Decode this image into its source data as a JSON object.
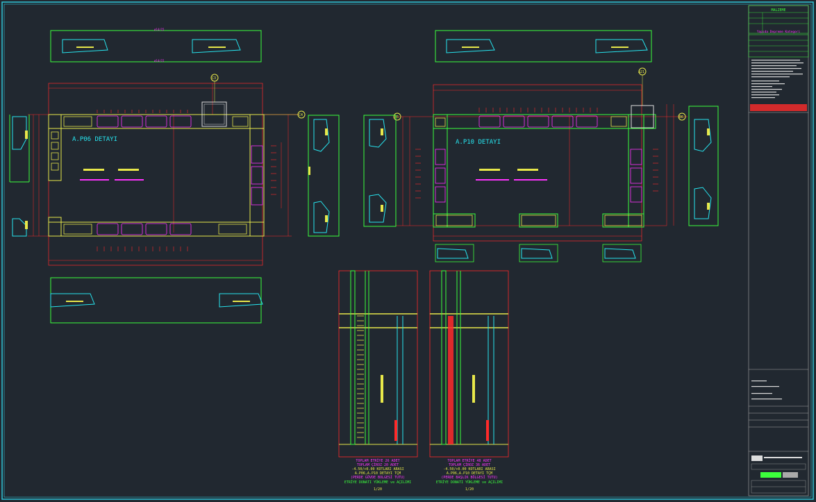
{
  "colors": {
    "background": "#212830",
    "border": "#2fc4d8",
    "rebar": "#e8e84a",
    "dimension": "#ff2a2a",
    "text_magenta": "#ff33ff",
    "text_green": "#3cff3c",
    "outline_green": "#3cff3c",
    "cyan": "#27e6f0"
  },
  "details": {
    "left_title": "A.P06 DETAYI",
    "right_title": "A.P10 DETAYI",
    "bubble_c3": "C3",
    "bubble_c4": "C4",
    "bubble_a21": "A21",
    "bubble_b5": "B5",
    "bubble_b6": "B6"
  },
  "elevation_left": {
    "line1": "TOPLAM ETRİYE 26 ADET",
    "line2": "TOPLAM ÇİROZ 20 ADET",
    "line3": "-4.50/+0.00 KOTLARI ARASI",
    "line4": "A.P06,A.P10 DETAYI TÇM",
    "line5": "(PERDE GÖVDE BOLGESİ TUTU)",
    "line6": "ETRİYE DONATI YÜKLEME ve AÇILIMI",
    "scale": "1/20"
  },
  "elevation_right": {
    "line1": "TOPLAM ETRİYE 48 ADET",
    "line2": "TOPLAM ÇİROZ 36 ADET",
    "line3": "-4.50/+0.00 KOTLARI ARASI",
    "line4": "A.P06,A.P10 DETAYI TÇM",
    "line5": "(PERDE BAŞLIK BÖLGESİ TUTU)",
    "line6": "ETRİYE DONATI YÜKLEME ve AÇILIMI",
    "scale": "1/20"
  },
  "title_block": {
    "header": "MALZEME",
    "section2": "Yapıda Depreme Kategori"
  }
}
